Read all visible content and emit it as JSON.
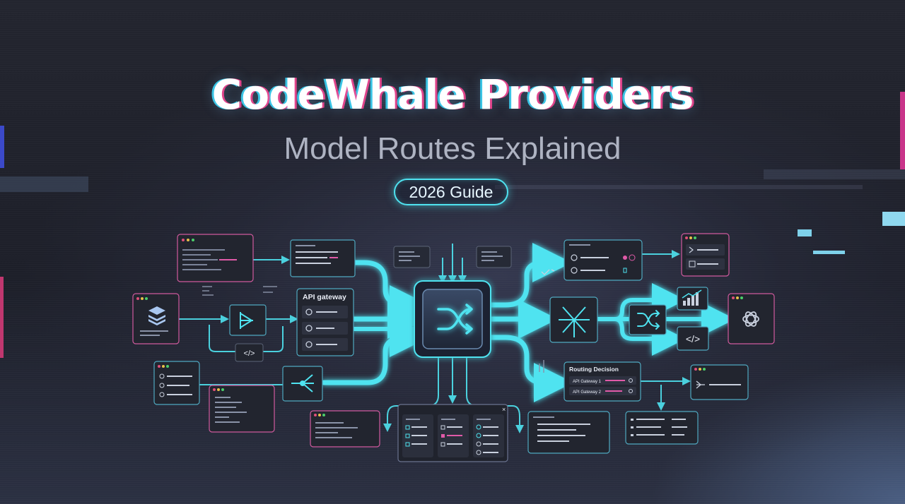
{
  "header": {
    "title": "CodeWhale Providers",
    "subtitle": "Model Routes Explained",
    "badge": "2026 Guide"
  },
  "diagram": {
    "gateway_label": "API gateway",
    "routing_decision_label": "Routing Decision",
    "routing_items": [
      "API Gateway 1",
      "API Gateway 2"
    ],
    "code_symbol": "</>"
  },
  "colors": {
    "accent_cyan": "#4fe3f0",
    "accent_pink": "#e05aa8",
    "panel_bg": "#22252f",
    "background": "#1f212b"
  }
}
